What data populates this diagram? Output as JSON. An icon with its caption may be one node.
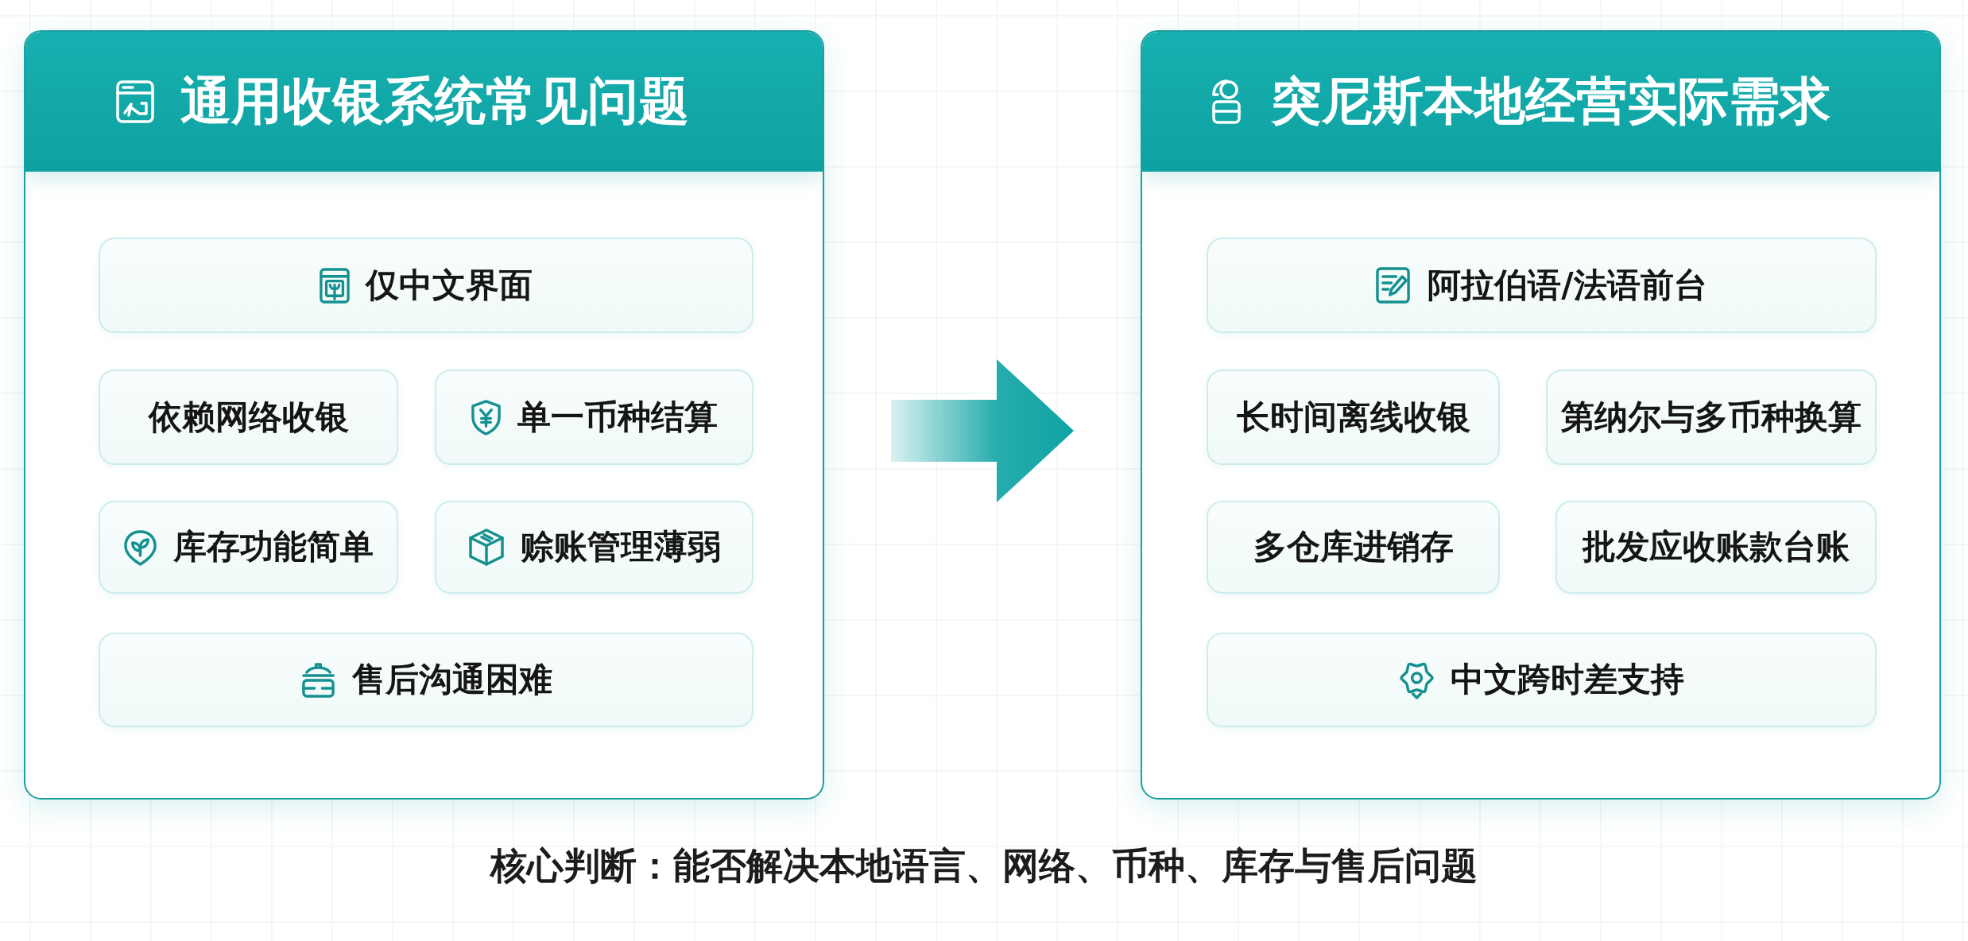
{
  "diagram": {
    "nodes": [
      {
        "text": [
          "通用收银系统常见问题"
        ]
      },
      {
        "text": [
          "仅中文界面"
        ],
        "in": 0
      },
      {
        "text": [
          "依赖网络收银"
        ],
        "in": 0
      },
      {
        "text": [
          "单一币种结算"
        ],
        "in": 0
      },
      {
        "text": [
          "库存功能简单"
        ],
        "in": 0
      },
      {
        "text": [
          "赊账管理薄弱"
        ],
        "in": 0
      },
      {
        "text": [
          "售后沟通困难"
        ],
        "in": 0
      },
      {
        "text": [
          "突尼斯本地经营实际需求"
        ]
      },
      {
        "text": [
          "阿拉伯语/法语前台"
        ],
        "in": 7
      },
      {
        "text": [
          "长时间离线收银"
        ],
        "in": 7
      },
      {
        "text": [
          "第纳尔与多币种换算"
        ],
        "in": 7
      },
      {
        "text": [
          "多仓库进销存"
        ],
        "in": 7
      },
      {
        "text": [
          "批发应收账款台账"
        ],
        "in": 7
      },
      {
        "text": [
          "中文跨时差支持"
        ],
        "in": 7
      }
    ],
    "edges": [
      {
        "from": 0,
        "to": 7,
        "arrow": "to"
      }
    ],
    "caption": "核心判断：能否解决本地语言、网络、币种、库存与售后问题"
  }
}
